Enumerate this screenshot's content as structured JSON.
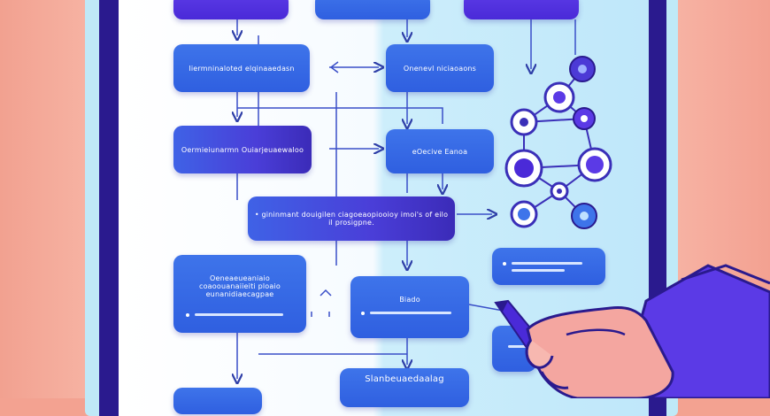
{
  "nodes": {
    "n_top_left": "",
    "n_top_mid": "",
    "n_top_right": "",
    "n_r1_left": "Iiermninaloted elqinaaedasn",
    "n_r1_mid": "Onenevl niciaoaons",
    "n_r2_left": "Oermieiunarmn Ouiarjeuaewaloo",
    "n_r2_mid": "eOecive Eanoa",
    "n_wide": "• gininmant douigilen ciagoeaopiooioy imoi's of eilo il prosigpne.",
    "n_left_mid": "Oeneaeueaniaio coaoouanaiieiti ploaio eunanidiaecagpae",
    "n_mid_mid": "Biado",
    "n_bottom": "Slanbeuaedaalag"
  },
  "colors": {
    "node_blue": "#3a6ee8",
    "node_purple": "#5430e0",
    "frame_dark": "#2a1a8e",
    "background": "#f3a291"
  }
}
